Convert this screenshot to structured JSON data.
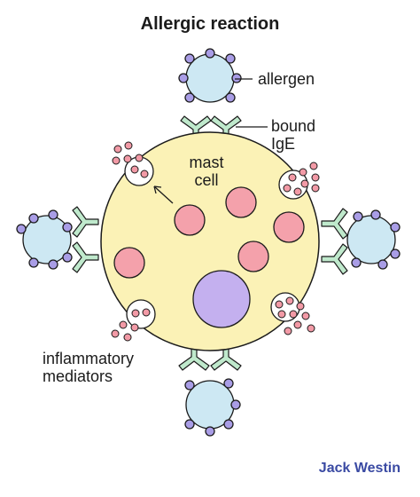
{
  "diagram": {
    "title": "Allergic reaction",
    "labels": {
      "allergen": "allergen",
      "bound_line1": "bound",
      "bound_line2": "IgE",
      "mast_line1": "mast",
      "mast_line2": "cell",
      "mediators_line1": "inflammatory",
      "mediators_line2": "mediators"
    },
    "brand": "Jack Westin",
    "colors": {
      "mast_cell_fill": "#fbf2b6",
      "granule_fill": "#f4a1ab",
      "nucleus_fill": "#c4b0ef",
      "allergen_fill": "#cde8f3",
      "allergen_dot": "#a99de6",
      "ige_fill": "#bfe9cc",
      "mediator_fill": "#f29aa6",
      "brand": "#3a4aa3"
    }
  }
}
